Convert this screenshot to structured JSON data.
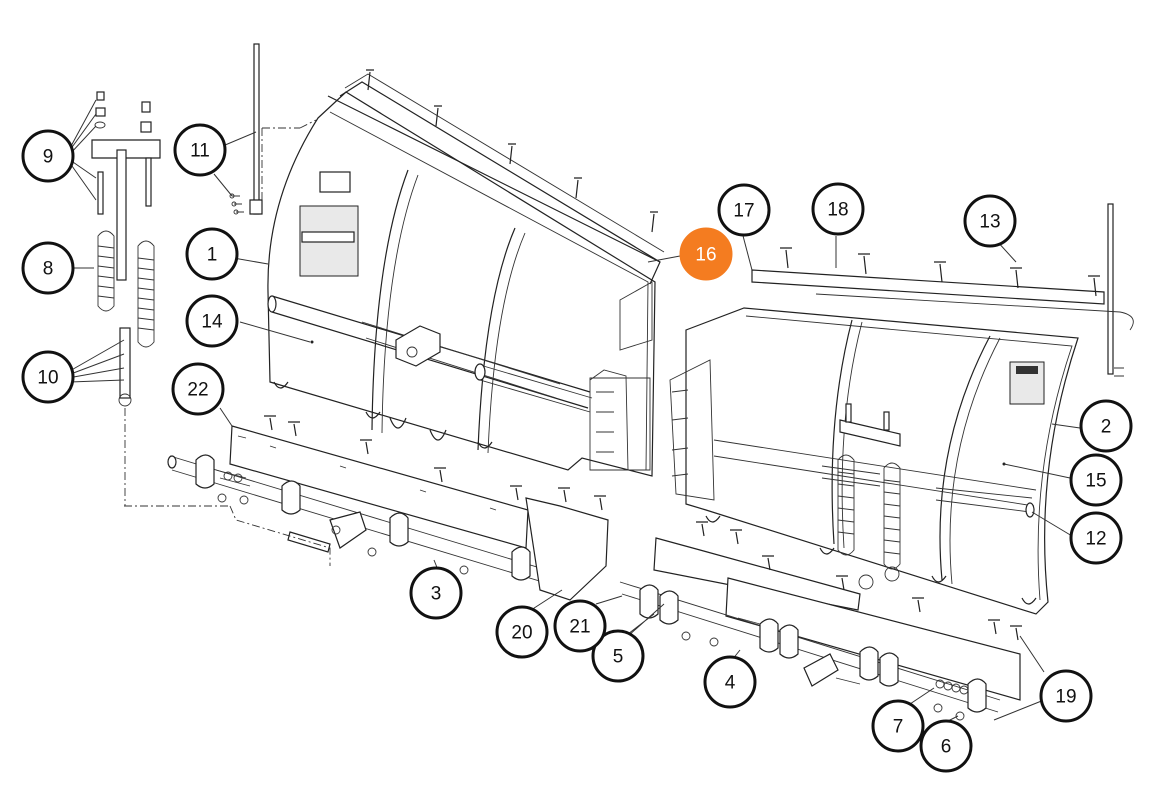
{
  "diagram": {
    "type": "exploded-parts-diagram",
    "highlight_color": "#f47c20",
    "highlighted_part": "16",
    "callouts": [
      {
        "id": "c1",
        "label": "1"
      },
      {
        "id": "c2",
        "label": "2"
      },
      {
        "id": "c3",
        "label": "3"
      },
      {
        "id": "c4",
        "label": "4"
      },
      {
        "id": "c5",
        "label": "5"
      },
      {
        "id": "c6",
        "label": "6"
      },
      {
        "id": "c7",
        "label": "7"
      },
      {
        "id": "c8",
        "label": "8"
      },
      {
        "id": "c9",
        "label": "9"
      },
      {
        "id": "c10",
        "label": "10"
      },
      {
        "id": "c11",
        "label": "11"
      },
      {
        "id": "c12",
        "label": "12"
      },
      {
        "id": "c13",
        "label": "13"
      },
      {
        "id": "c14",
        "label": "14"
      },
      {
        "id": "c15",
        "label": "15"
      },
      {
        "id": "c16",
        "label": "16"
      },
      {
        "id": "c17",
        "label": "17"
      },
      {
        "id": "c18",
        "label": "18"
      },
      {
        "id": "c19",
        "label": "19"
      },
      {
        "id": "c20",
        "label": "20"
      },
      {
        "id": "c21",
        "label": "21"
      },
      {
        "id": "c22",
        "label": "22"
      }
    ]
  }
}
